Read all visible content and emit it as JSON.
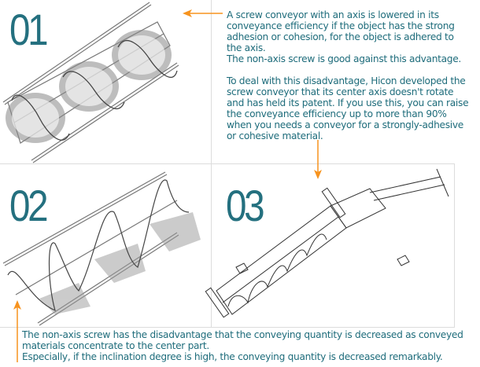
{
  "panels": [
    {
      "number": "01",
      "image": "screw-conveyor-with-axis"
    },
    {
      "number": "02",
      "image": "non-axis-screw-conveyor"
    },
    {
      "number": "03",
      "image": "hicon-fixed-center-axis-screw-conveyor"
    }
  ],
  "description": {
    "para1_line1": "A screw conveyor with an axis is lowered in its conveyance efficiency if the object has the strong adhesion or cohesion, for the object is adhered to the axis.",
    "para1_line2": "The non-axis screw is good against this advantage.",
    "para2": "To deal with this disadvantage, Hicon developed the screw conveyor that its center axis doesn't rotate and has held its patent. If you use this, you can raise the conveyance efficiency up to more than 90% when you needs a conveyor for a strongly-adhesive or cohesive material."
  },
  "bottom_note": {
    "line1": "The non-axis screw has the disadvantage that the conveying quantity is decreased as conveyed materials concentrate to the center part.",
    "line2": "Especially, if the inclination degree is high, the conveying quantity is decreased remarkably."
  },
  "colors": {
    "text": "#1e6c7b",
    "number": "#24707f",
    "arrow": "#f7931e"
  }
}
